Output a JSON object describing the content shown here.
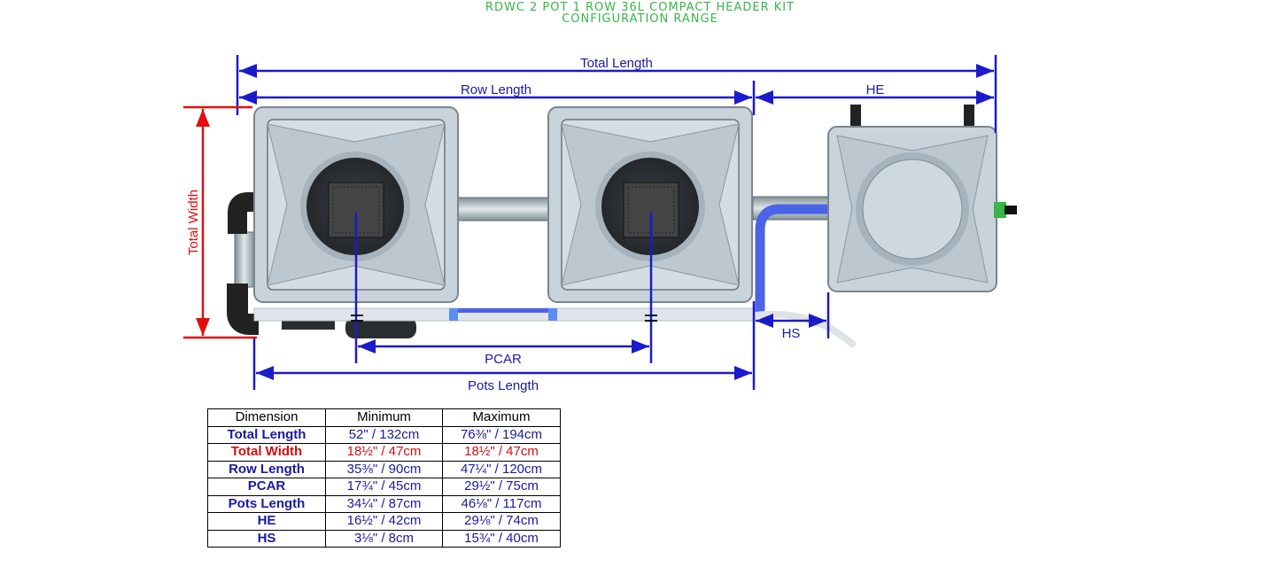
{
  "title": {
    "line1": "RDWC 2 POT 1 ROW 36L COMPACT HEADER KIT",
    "line2": "CONFIGURATION RANGE"
  },
  "diagram": {
    "labels": {
      "total_length": "Total Length",
      "row_length": "Row Length",
      "he": "HE",
      "total_width": "Total Width",
      "hs": "HS",
      "pcar": "PCAR",
      "pots_length": "Pots Length"
    },
    "colors": {
      "dimension_blue": "#1a1acc",
      "width_red": "#e01010",
      "tank_grey": "#c9d3dc",
      "hose_blue": "#4b63e6"
    }
  },
  "table": {
    "headers": [
      "Dimension",
      "Minimum",
      "Maximum"
    ],
    "rows": [
      {
        "name": "Total Length",
        "min": "52\" / 132cm",
        "max": "76⅜\" / 194cm",
        "color": "#1a1aa0"
      },
      {
        "name": "Total Width",
        "min": "18½\" / 47cm",
        "max": "18½\" / 47cm",
        "color": "#d01010"
      },
      {
        "name": "Row Length",
        "min": "35⅜\" / 90cm",
        "max": "47¼\" / 120cm",
        "color": "#1a1aa0"
      },
      {
        "name": "PCAR",
        "min": "17¾\" / 45cm",
        "max": "29½\" / 75cm",
        "color": "#1a1aa0"
      },
      {
        "name": "Pots Length",
        "min": "34¼\" / 87cm",
        "max": "46⅛\" / 117cm",
        "color": "#1a1aa0"
      },
      {
        "name": "HE",
        "min": "16½\" / 42cm",
        "max": "29⅛\" / 74cm",
        "color": "#1a1aa0"
      },
      {
        "name": "HS",
        "min": "3⅛\" / 8cm",
        "max": "15¾\" / 40cm",
        "color": "#1a1aa0"
      }
    ]
  }
}
